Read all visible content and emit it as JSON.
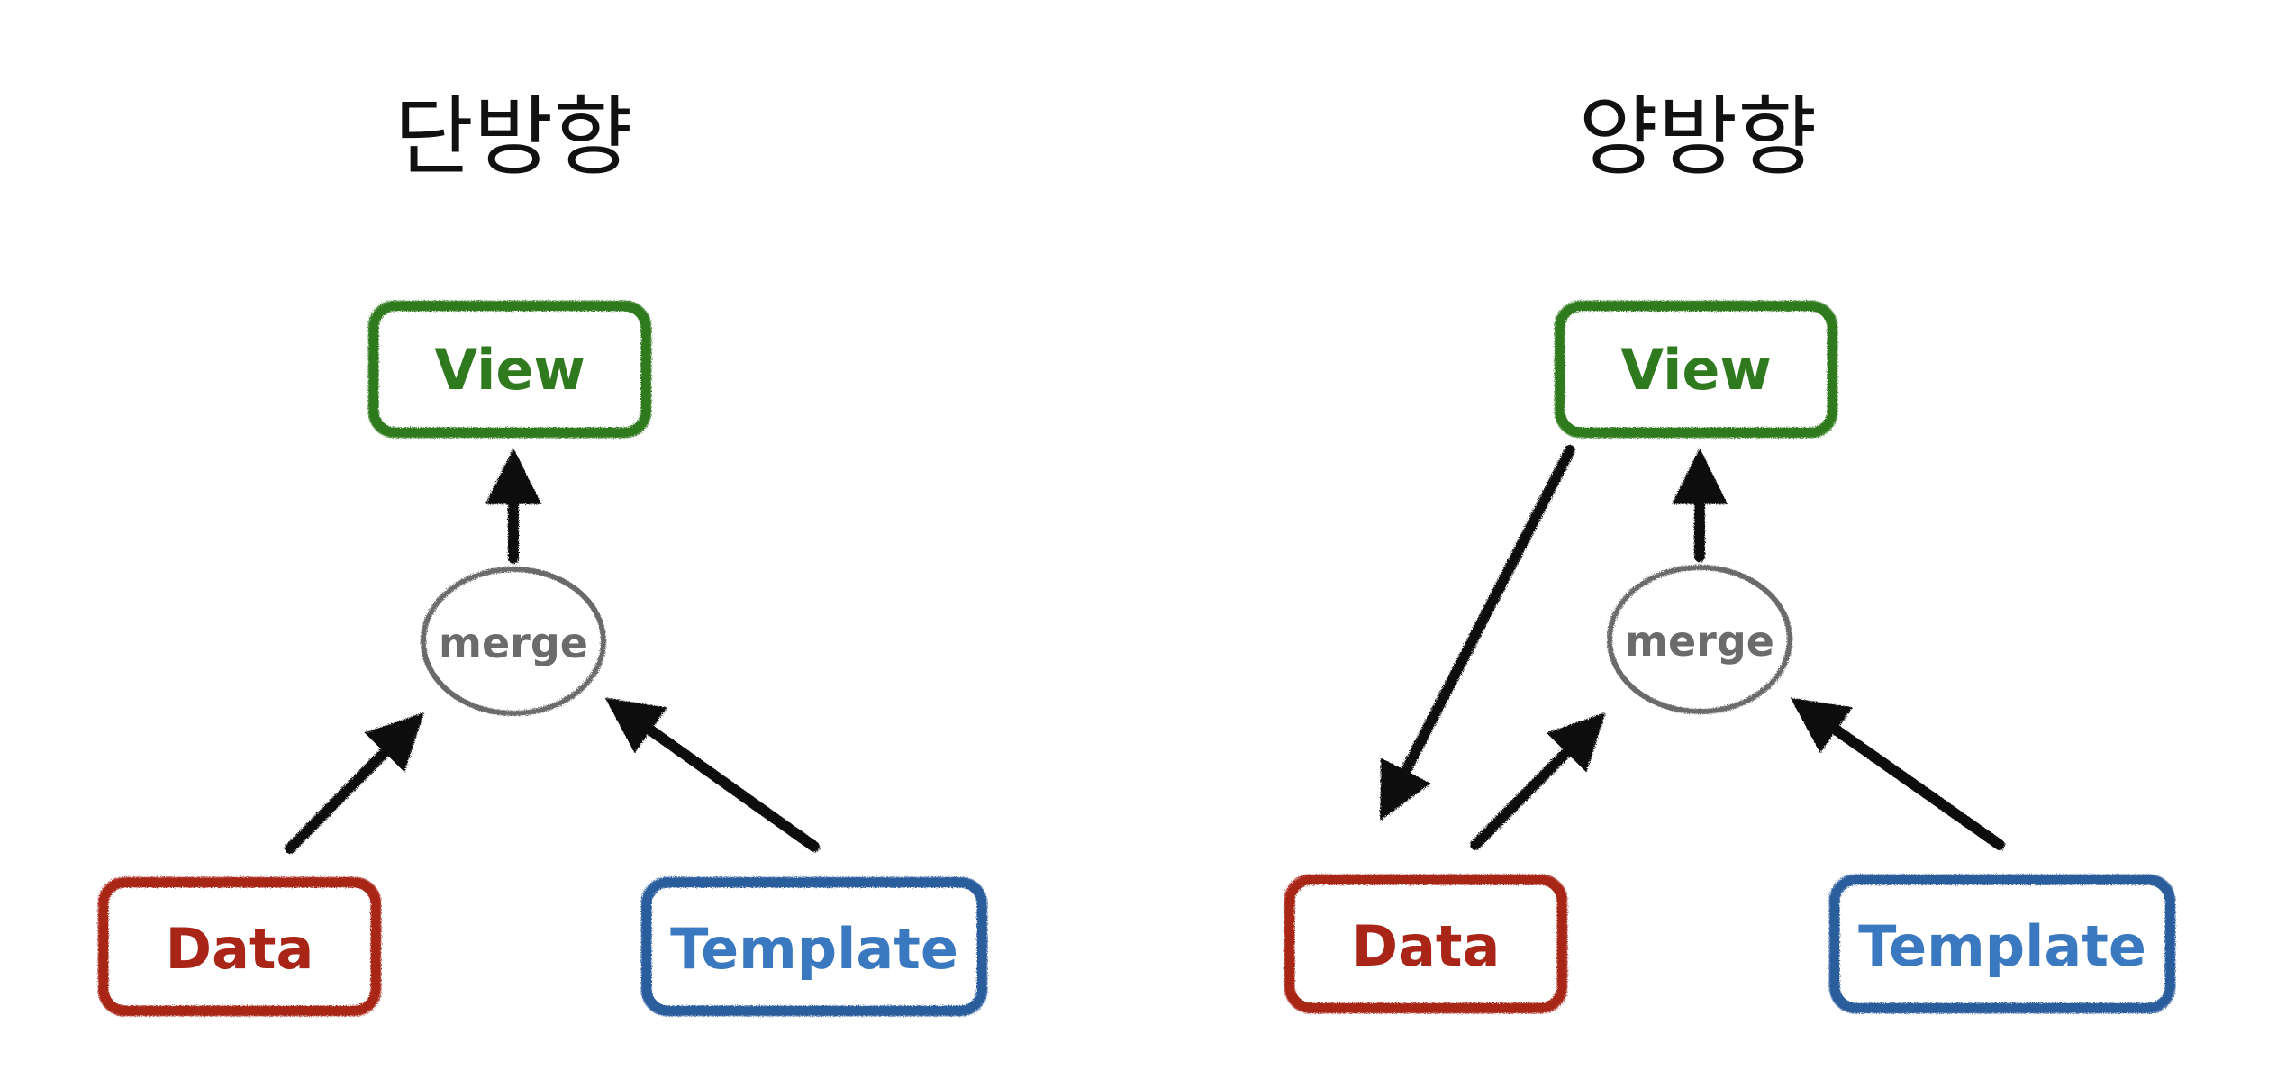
{
  "colors": {
    "view": "#2f7a1f",
    "data": "#a82518",
    "template": "#2a5d9c",
    "template_text": "#3a78c0",
    "merge": "#6b6b6b",
    "arrow": "#111111",
    "title": "#111111"
  },
  "diagrams": [
    {
      "title": "단방향",
      "nodes": {
        "view": "View",
        "merge": "merge",
        "data": "Data",
        "template": "Template"
      },
      "edges": [
        {
          "from": "merge",
          "to": "view"
        },
        {
          "from": "data",
          "to": "merge"
        },
        {
          "from": "template",
          "to": "merge"
        }
      ]
    },
    {
      "title": "양방향",
      "nodes": {
        "view": "View",
        "merge": "merge",
        "data": "Data",
        "template": "Template"
      },
      "edges": [
        {
          "from": "merge",
          "to": "view"
        },
        {
          "from": "data",
          "to": "merge"
        },
        {
          "from": "template",
          "to": "merge"
        },
        {
          "from": "view",
          "to": "data"
        }
      ]
    }
  ]
}
